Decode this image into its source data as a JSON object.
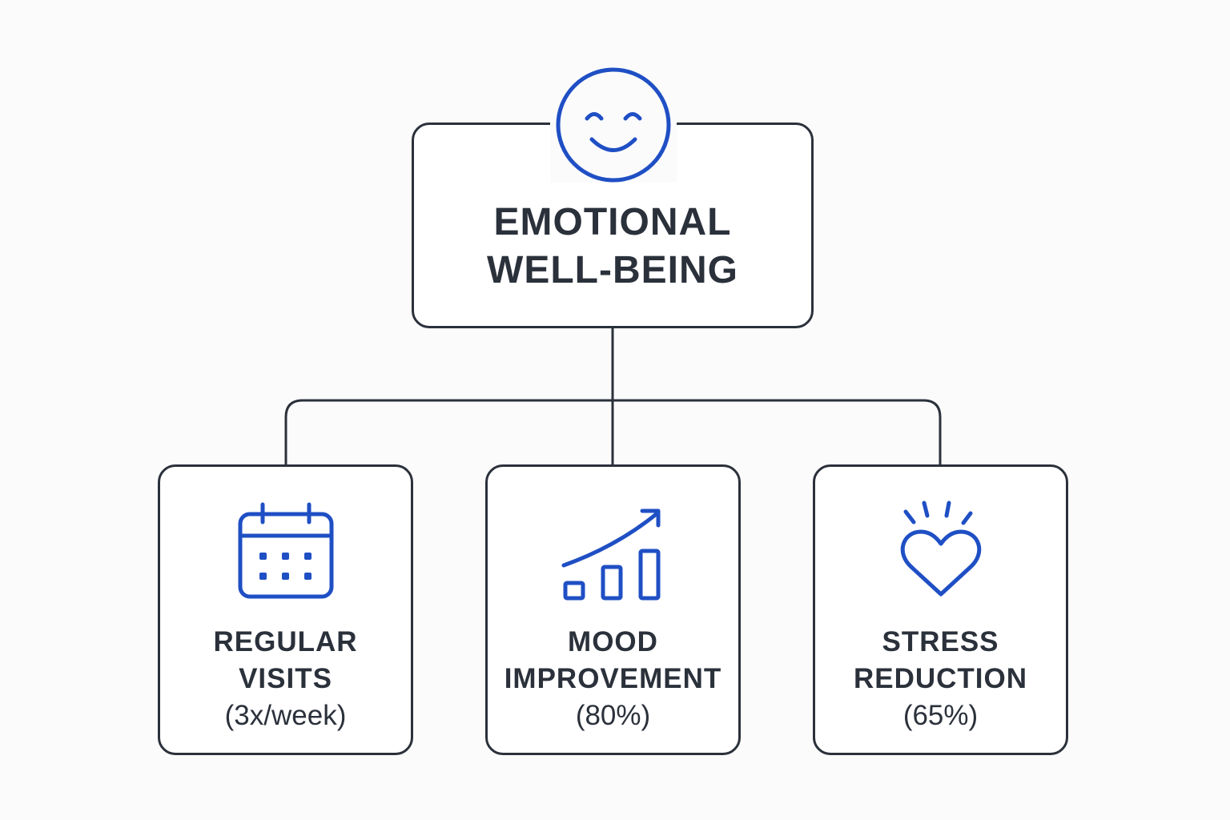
{
  "diagram": {
    "root": {
      "title_line1": "EMOTIONAL",
      "title_line2": "WELL-BEING",
      "icon": "smiley-face-icon"
    },
    "children": [
      {
        "line1": "REGULAR",
        "line2": "VISITS",
        "value": "(3x/week)",
        "icon": "calendar-icon"
      },
      {
        "line1": "MOOD",
        "line2": "IMPROVEMENT",
        "value": "(80%)",
        "icon": "trending-up-bar-chart-icon"
      },
      {
        "line1": "STRESS",
        "line2": "REDUCTION",
        "value": "(65%)",
        "icon": "radiant-heart-icon"
      }
    ]
  },
  "colors": {
    "ink": "#2b313b",
    "accent": "#1f4fc4",
    "background": "#fbfbfc"
  }
}
